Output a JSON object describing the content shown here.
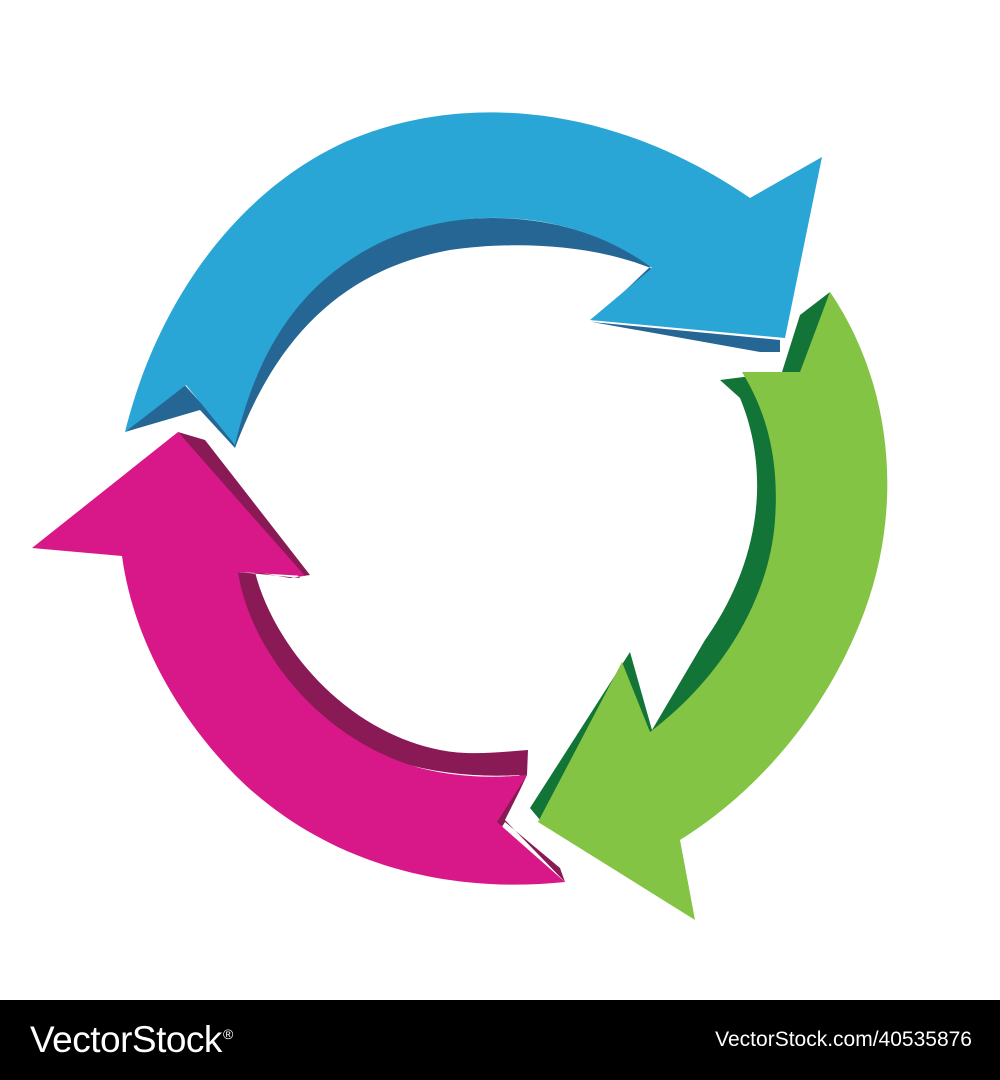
{
  "artwork": {
    "subject": "three-arrow-cycle",
    "colors": {
      "blue_face": "#2aa6d6",
      "blue_side": "#256694",
      "green_face": "#84c444",
      "green_side": "#137437",
      "pink_face": "#d81888",
      "pink_side": "#8a1a55"
    }
  },
  "footer": {
    "brand": "VectorStock",
    "registered_mark": "®",
    "image_id": "VectorStock.com/40535876"
  }
}
